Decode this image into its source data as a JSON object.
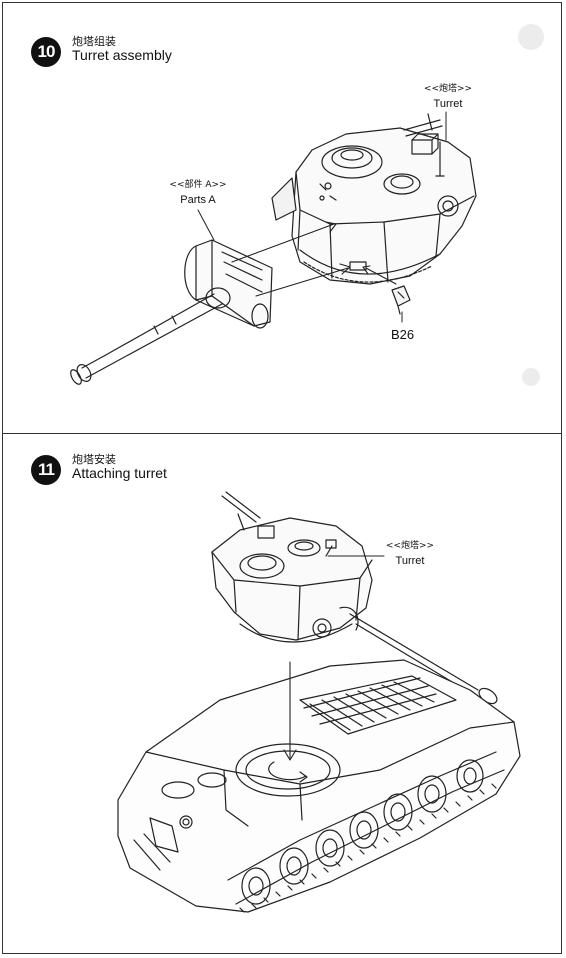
{
  "step10": {
    "number": "10",
    "title_cn": "炮塔组装",
    "title_en": "Turret assembly",
    "callout_turret": {
      "cn": "<<炮塔>>",
      "en": "Turret"
    },
    "callout_parts": {
      "cn": "<<部件 A>>",
      "en": "Parts A"
    },
    "part_label": "B26"
  },
  "step11": {
    "number": "11",
    "title_cn": "炮塔安装",
    "title_en": "Attaching turret",
    "callout_turret": {
      "cn": "<<炮塔>>",
      "en": "Turret"
    }
  }
}
